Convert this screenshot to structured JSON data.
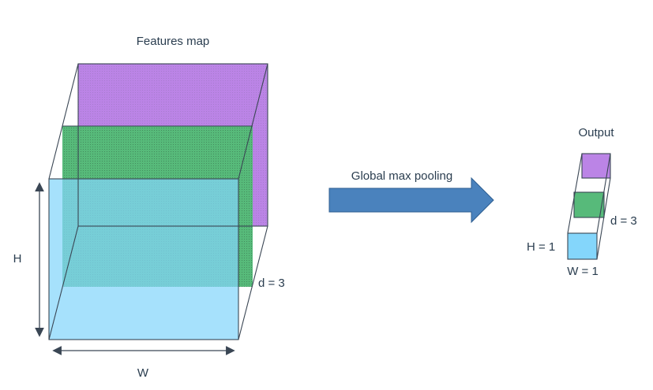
{
  "features_map": {
    "title": "Features map",
    "height_label": "H",
    "width_label": "W",
    "depth_label": "d = 3"
  },
  "operation": {
    "label": "Global max pooling"
  },
  "output": {
    "title": "Output",
    "height_label": "H = 1",
    "width_label": "W = 1",
    "depth_label": "d = 3"
  },
  "colors": {
    "channel_purple": "#bb84e6",
    "channel_green": "#57ba7a",
    "channel_blue": "#84d6fb",
    "arrow": "#4a82bd",
    "outline": "#3a4654",
    "text": "#2a3d4f"
  }
}
